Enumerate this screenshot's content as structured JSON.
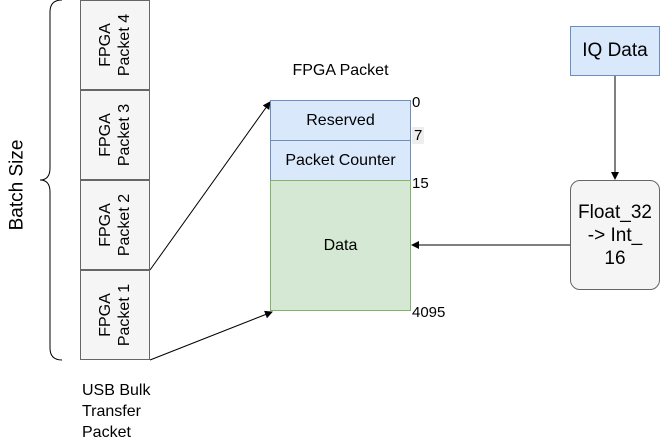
{
  "batch_label": "Batch Size",
  "usb": {
    "packets": [
      {
        "line1": "FPGA",
        "line2": "Packet 4"
      },
      {
        "line1": "FPGA",
        "line2": "Packet 3"
      },
      {
        "line1": "FPGA",
        "line2": "Packet 2"
      },
      {
        "line1": "FPGA",
        "line2": "Packet 1"
      }
    ],
    "caption": {
      "line1": "USB Bulk",
      "line2": "Transfer",
      "line3": "Packet"
    }
  },
  "fpga_packet": {
    "title": "FPGA Packet",
    "fields": {
      "reserved": "Reserved",
      "counter": "Packet Counter",
      "data": "Data"
    },
    "offsets": {
      "start": "0",
      "counter_start": "7",
      "data_start": "15",
      "end": "4095"
    }
  },
  "iq": {
    "label": "IQ Data"
  },
  "convert": {
    "line1": "Float_32",
    "line2": "-> Int_",
    "line3": "16"
  },
  "colors": {
    "blue_fill": "#dae8fc",
    "blue_stroke": "#6c8ebf",
    "green_fill": "#d5e8d4",
    "green_stroke": "#82b366",
    "grey_fill": "#f5f5f5",
    "grey_stroke": "#666666"
  }
}
